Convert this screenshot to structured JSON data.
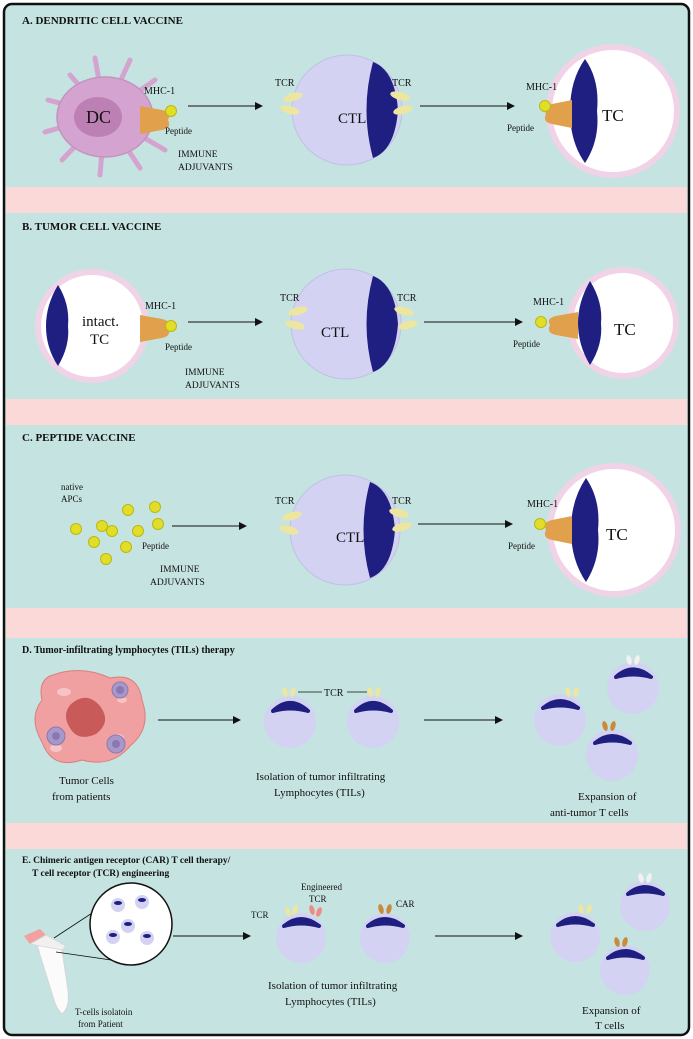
{
  "panels": {
    "a": {
      "title": "A. DENDRITIC CELL VACCINE",
      "dc": "DC",
      "mhc": "MHC-1",
      "peptide": "Peptide",
      "adjuvants_line1": "IMMUNE",
      "adjuvants_line2": "ADJUVANTS",
      "tcr_left": "TCR",
      "tcr_right": "TCR",
      "ctl": "CTL",
      "mhc_target": "MHC-1",
      "peptide_target": "Peptide",
      "tc": "TC"
    },
    "b": {
      "title": "B. TUMOR CELL VACCINE",
      "intact_line1": "intact.",
      "intact_line2": "TC",
      "mhc": "MHC-1",
      "peptide": "Peptide",
      "adjuvants_line1": "IMMUNE",
      "adjuvants_line2": "ADJUVANTS",
      "tcr_left": "TCR",
      "tcr_right": "TCR",
      "ctl": "CTL",
      "mhc_target": "MHC-1",
      "peptide_target": "Peptide",
      "tc": "TC"
    },
    "c": {
      "title": "C. PEPTIDE VACCINE",
      "native_line1": "native",
      "native_line2": "APCs",
      "peptide": "Peptide",
      "adjuvants_line1": "IMMUNE",
      "adjuvants_line2": "ADJUVANTS",
      "tcr_left": "TCR",
      "tcr_right": "TCR",
      "ctl": "CTL",
      "mhc_target": "MHC-1",
      "peptide_target": "Peptide",
      "tc": "TC"
    },
    "d": {
      "title": "D. Tumor-infiltrating lymphocytes (TILs) therapy",
      "tumor_line1": "Tumor Cells",
      "tumor_line2": "from patients",
      "tcr": "TCR",
      "isolation_line1": "Isolation of tumor infiltrating",
      "isolation_line2": "Lymphocytes (TILs)",
      "expansion_line1": "Expansion of",
      "expansion_line2": "anti-tumor T cells"
    },
    "e": {
      "title_line1": "E. Chimeric antigen receptor (CAR) T cell therapy/",
      "title_line2": "T cell receptor (TCR) engineering",
      "isolation_src_line1": "T-cells isolatoin",
      "isolation_src_line2": "from Patient",
      "tcr": "TCR",
      "engineered_line1": "Engineered",
      "engineered_line2": "TCR",
      "car": "CAR",
      "isolation_line1": "Isolation of tumor infiltrating",
      "isolation_line2": "Lymphocytes (TILs)",
      "expansion_line1": "Expansion of",
      "expansion_line2": "T cells"
    }
  },
  "colors": {
    "panel_bg": "#c5e3e0",
    "separator": "#fbd9d9",
    "dc_body": "#d4a3cf",
    "dc_nucleus": "#bd80b5",
    "ctl_body": "#d3d2f3",
    "nucleus": "#1e1f80",
    "tc_body": "#ffffff",
    "tc_ring": "#f1d3e8",
    "mhc": "#e0a04c",
    "peptide": "#e0de28",
    "tcr_receptor": "#ece6a0",
    "car_receptor": "#c98a3c",
    "engineered_tcr": "#ef8a84",
    "tumor_mass": "#f0a0a0",
    "tumor_core": "#c85a5a"
  }
}
